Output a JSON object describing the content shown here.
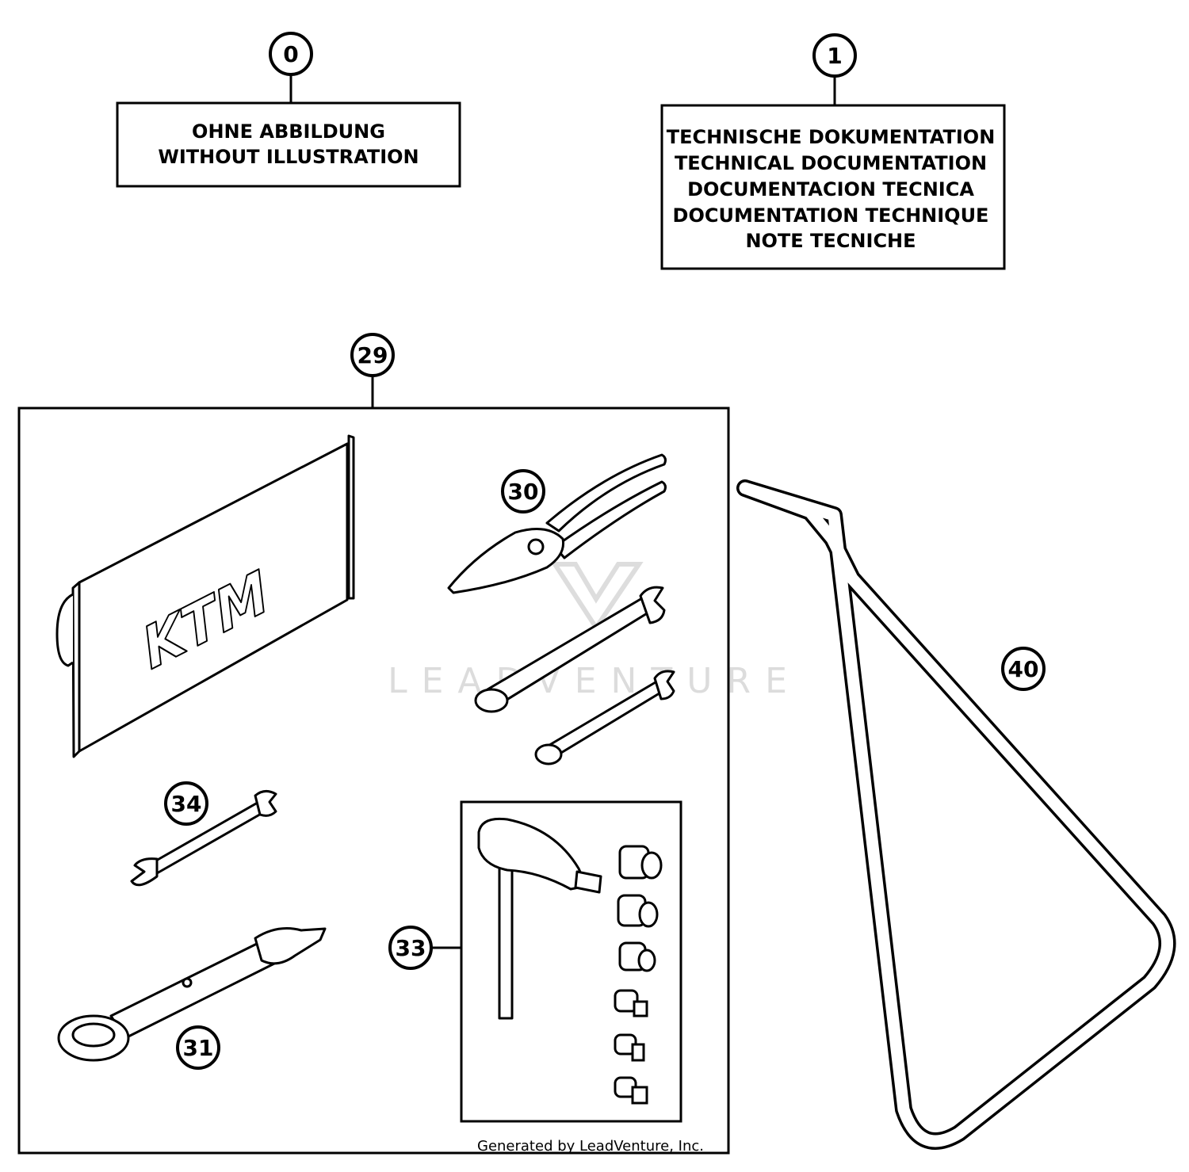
{
  "callouts": {
    "c0": "0",
    "c1": "1",
    "c29": "29",
    "c30": "30",
    "c31": "31",
    "c33": "33",
    "c34": "34",
    "c40": "40"
  },
  "box0": {
    "line1": "OHNE ABBILDUNG",
    "line2": "WITHOUT ILLUSTRATION"
  },
  "box1": {
    "line1": "TECHNISCHE DOKUMENTATION",
    "line2": "TECHNICAL DOCUMENTATION",
    "line3": "DOCUMENTACION TECNICA",
    "line4": "DOCUMENTATION TECHNIQUE",
    "line5": "NOTE TECNICHE"
  },
  "logo": "KTM",
  "watermark": "LEADVENTURE",
  "credit": "Generated by LeadVenture, Inc.",
  "colors": {
    "line": "#000000",
    "watermark": "#d9d9d9",
    "background": "#ffffff"
  }
}
